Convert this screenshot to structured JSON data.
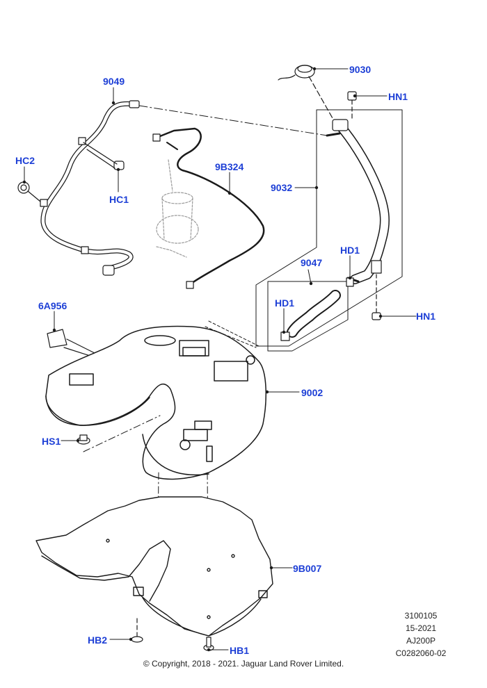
{
  "callouts": {
    "c9030": "9030",
    "hn1_top": "HN1",
    "c9049": "9049",
    "hc2": "HC2",
    "hc1": "HC1",
    "c9b324": "9B324",
    "c9032": "9032",
    "hd1_right": "HD1",
    "c9047": "9047",
    "hd1_left": "HD1",
    "hn1_bottom": "HN1",
    "c6a956": "6A956",
    "c9002": "9002",
    "hs1": "HS1",
    "c9b007": "9B007",
    "hb2": "HB2",
    "hb1": "HB1"
  },
  "meta": {
    "line1": "3100105",
    "line2": "15-2021",
    "line3": "AJ200P",
    "line4": "C0282060-02"
  },
  "copyright": "© Copyright, 2018 - 2021. Jaguar Land Rover Limited.",
  "colors": {
    "callout": "#1d3fd6",
    "line": "#1a1a1a"
  }
}
